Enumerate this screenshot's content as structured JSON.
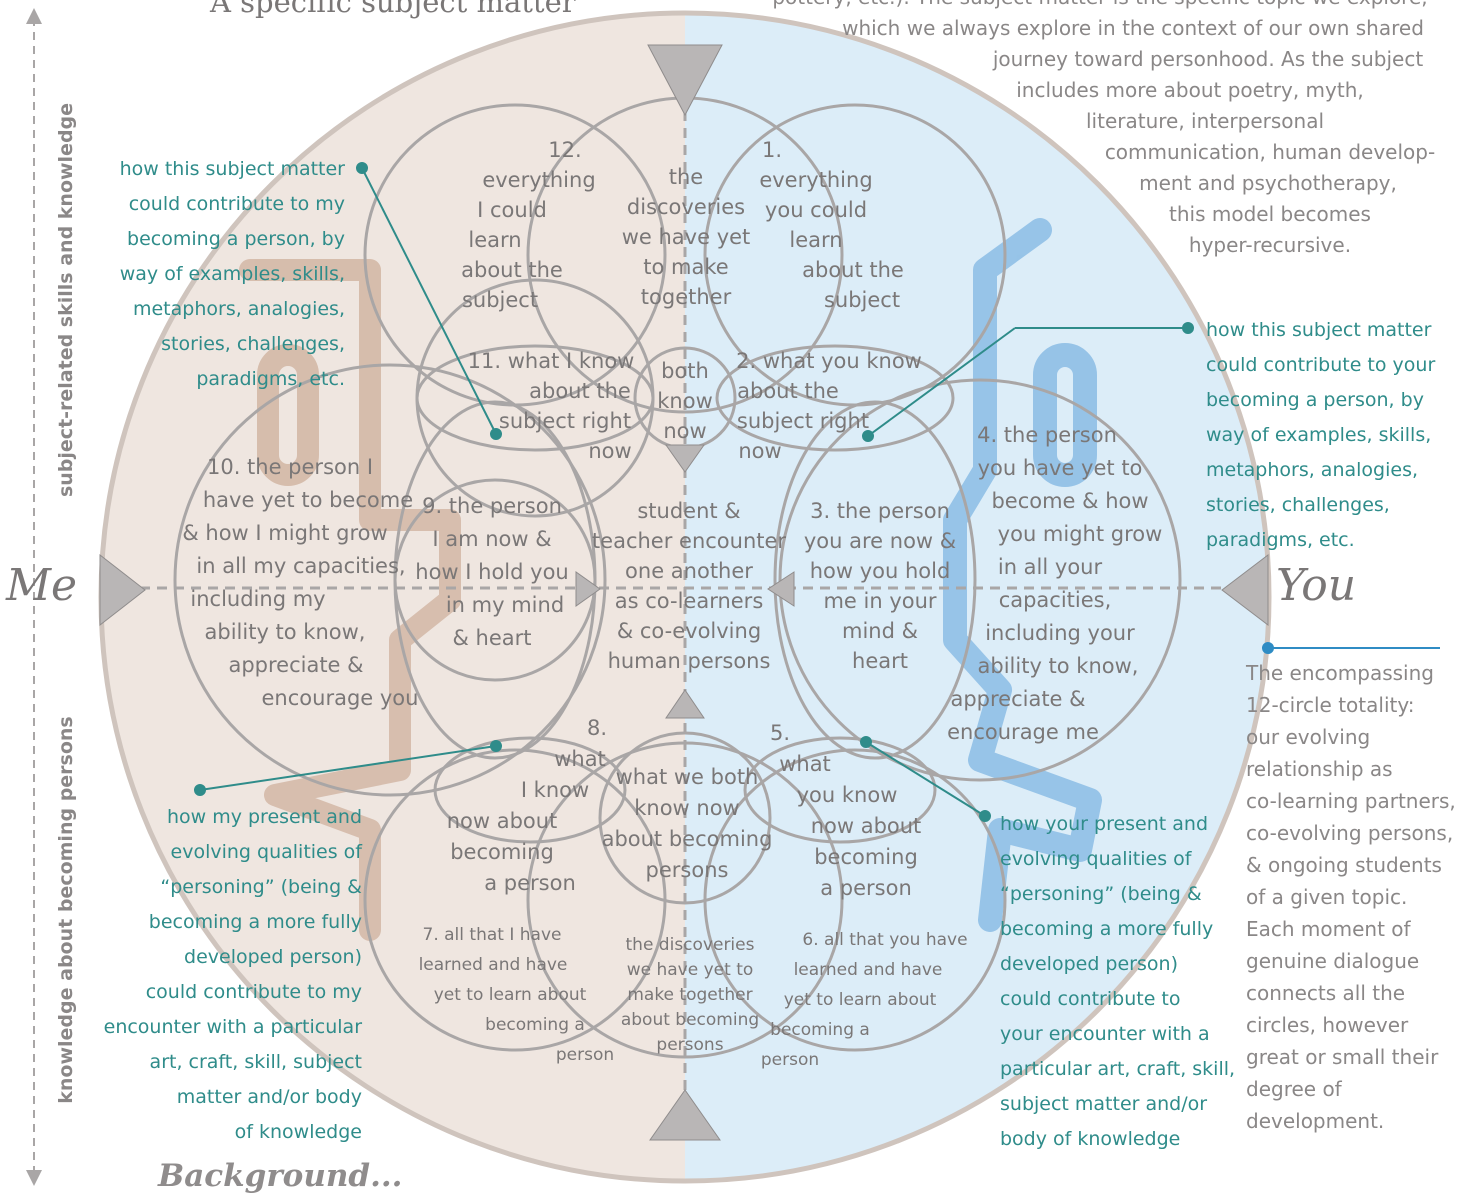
{
  "labels": {
    "me": "Me",
    "you": "You",
    "background": "Background...",
    "subject_heading": "A specific subject matter",
    "axis_top": "subject-related skills and knowledge",
    "axis_bottom": "knowledge about becoming persons"
  },
  "intro_text": [
    "pottery, etc.). The subject matter is the specific topic we explore,",
    "which we always explore in the context of our own shared",
    "journey toward personhood. As the subject",
    "includes more about poetry, myth,",
    "literature, interpersonal",
    "communication, human develop-",
    "ment and psychotherapy,",
    "this model becomes",
    "hyper-recursive."
  ],
  "regions": {
    "r1": [
      "1.",
      "everything",
      "you could",
      "learn",
      "about the",
      "subject"
    ],
    "r2": [
      "2. what you know",
      "about the",
      "subject right",
      "now"
    ],
    "r3": [
      "3. the person",
      "you are now &",
      "how you hold",
      "me in your",
      "mind &",
      "heart"
    ],
    "r4": [
      "4. the person",
      "you have yet to",
      "become & how",
      "you might grow",
      "in all your",
      "capacities,",
      "including your",
      "ability to know,",
      "appreciate &",
      "encourage me"
    ],
    "r5": [
      "5.",
      "what",
      "you know",
      "now about",
      "becoming",
      "a person"
    ],
    "r6": [
      "6. all that you have",
      "learned and have",
      "yet to learn about",
      "becoming a",
      "person"
    ],
    "r7": [
      "7. all that I have",
      "learned and have",
      "yet to learn about",
      "becoming a",
      "person"
    ],
    "r8": [
      "8.",
      "what",
      "I know",
      "now about",
      "becoming",
      "a person"
    ],
    "r9": [
      "9. the person",
      "I am now &",
      "how I hold you",
      "in my mind",
      "& heart"
    ],
    "r10": [
      "10. the person I",
      "have yet to become",
      "& how I might grow",
      "in all my capacities,",
      "including my",
      "ability to know,",
      "appreciate &",
      "encourage you"
    ],
    "r11": [
      "11. what I know",
      "about the",
      "subject right",
      "now"
    ],
    "r12": [
      "12.",
      "everything",
      "I could",
      "learn",
      "about the",
      "subject"
    ],
    "top_center": [
      "the",
      "discoveries",
      "we have yet",
      "to make",
      "together"
    ],
    "both_know": [
      "both",
      "know",
      "now"
    ],
    "center": [
      "student &",
      "teacher encounter",
      "one another",
      "as co-learners",
      "& co-evolving",
      "human persons"
    ],
    "bottom_center": [
      "what we both",
      "know now",
      "about becoming",
      "persons"
    ],
    "bottom_discoveries": [
      "the discoveries",
      "we have yet to",
      "make together",
      "about becoming",
      "persons"
    ]
  },
  "callouts": {
    "top_left": [
      "how this subject matter",
      "could contribute to my",
      "becoming a person, by",
      "way of examples, skills,",
      "metaphors, analogies,",
      "stories, challenges,",
      "paradigms, etc."
    ],
    "top_right": [
      "how this subject matter",
      "could contribute to your",
      "becoming a person, by",
      "way of examples, skills,",
      "metaphors, analogies,",
      "stories, challenges,",
      "paradigms, etc."
    ],
    "bottom_left": [
      "how my present and",
      "evolving qualities of",
      "“personing” (being &",
      "becoming a more fully",
      "developed person)",
      "could contribute to my",
      "encounter with a particular",
      "art, craft, skill, subject",
      "matter and/or body",
      "of knowledge"
    ],
    "bottom_right": [
      "how your present and",
      "evolving qualities of",
      "“personing” (being &",
      "becoming a more fully",
      "developed person)",
      "could contribute to",
      "your encounter with a",
      "particular art, craft, skill,",
      "subject matter and/or",
      "body of knowledge"
    ]
  },
  "totality_text": [
    "The encompassing",
    "12-circle totality:",
    "our evolving",
    "relationship as",
    "co-learning partners,",
    "co-evolving persons,",
    "& ongoing students",
    "of a given topic.",
    "Each moment of",
    "genuine dialogue",
    "connects all the",
    "circles, however",
    "great or small their",
    "degree of",
    "development."
  ],
  "colors": {
    "left_half": "#efe6e0",
    "right_half": "#dcedf8",
    "me_figure": "#d2b6a4",
    "you_figure": "#8fbfe6",
    "teal": "#2f8c8a",
    "circle_stroke": "#a9a6a6",
    "outer_ring": "#cfc4bd"
  }
}
